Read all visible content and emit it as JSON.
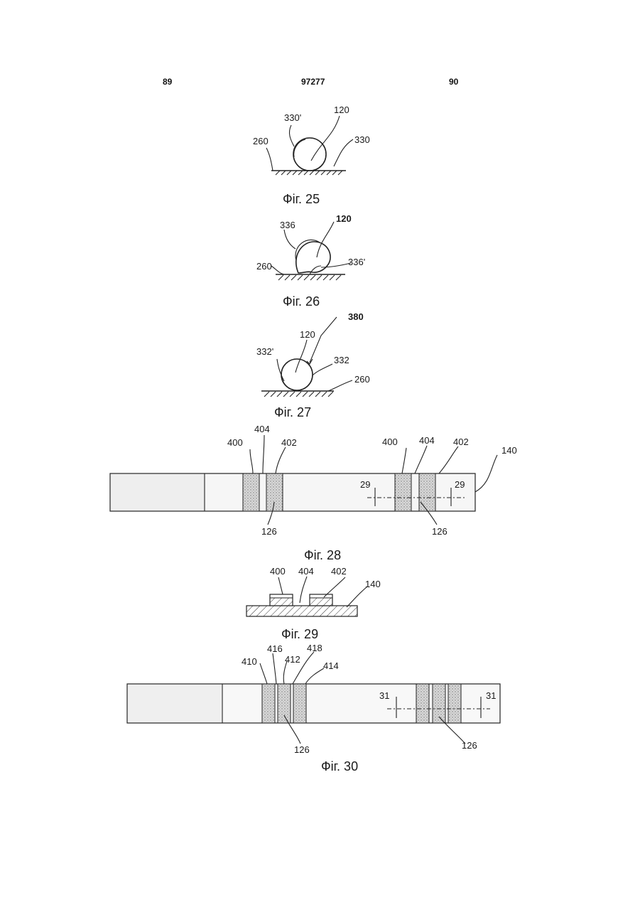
{
  "header": {
    "left_page": "89",
    "center_number": "97277",
    "right_page": "90"
  },
  "fig25": {
    "caption": "Фіг. 25",
    "labels": {
      "a": "330'",
      "b": "120",
      "c": "260",
      "d": "330"
    }
  },
  "fig26": {
    "caption": "Фіг. 26",
    "labels": {
      "a": "336",
      "b": "120",
      "c": "336'",
      "d": "260"
    }
  },
  "fig27": {
    "caption": "Фіг. 27",
    "labels": {
      "a": "380",
      "b": "120",
      "c": "332'",
      "d": "332",
      "e": "260"
    }
  },
  "fig28": {
    "caption": "Фіг. 28",
    "labels": {
      "l400a": "400",
      "l404a": "404",
      "l402a": "402",
      "l400b": "400",
      "l404b": "404",
      "l402b": "402",
      "l140": "140",
      "l29a": "29",
      "l29b": "29",
      "l126a": "126",
      "l126b": "126"
    }
  },
  "fig29": {
    "caption": "Фіг. 29",
    "labels": {
      "l400": "400",
      "l404": "404",
      "l402": "402",
      "l140": "140"
    }
  },
  "fig30": {
    "caption": "Фіг. 30",
    "labels": {
      "l416": "416",
      "l418": "418",
      "l410": "410",
      "l412": "412",
      "l414": "414",
      "l31a": "31",
      "l31b": "31",
      "l126a": "126",
      "l126b": "126"
    }
  }
}
